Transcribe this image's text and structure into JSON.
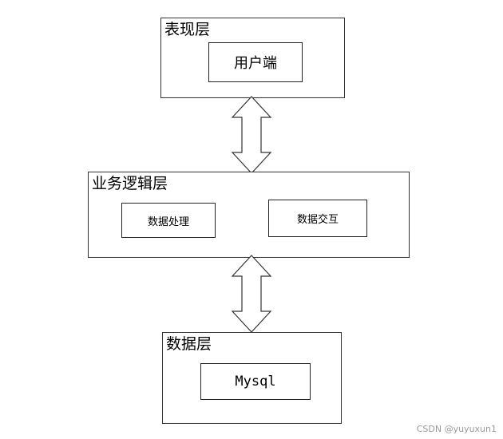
{
  "presentation_layer": {
    "title": "表现层",
    "client_box": "用户端"
  },
  "business_layer": {
    "title": "业务逻辑层",
    "process_box": "数据处理",
    "interaction_box": "数据交互"
  },
  "data_layer": {
    "title": "数据层",
    "db_box": "Mysql"
  },
  "watermark": "CSDN @yuyuxun1",
  "colors": {
    "box_border": "#333333",
    "arrow_fill": "#ffffff",
    "arrow_stroke": "#333333"
  }
}
